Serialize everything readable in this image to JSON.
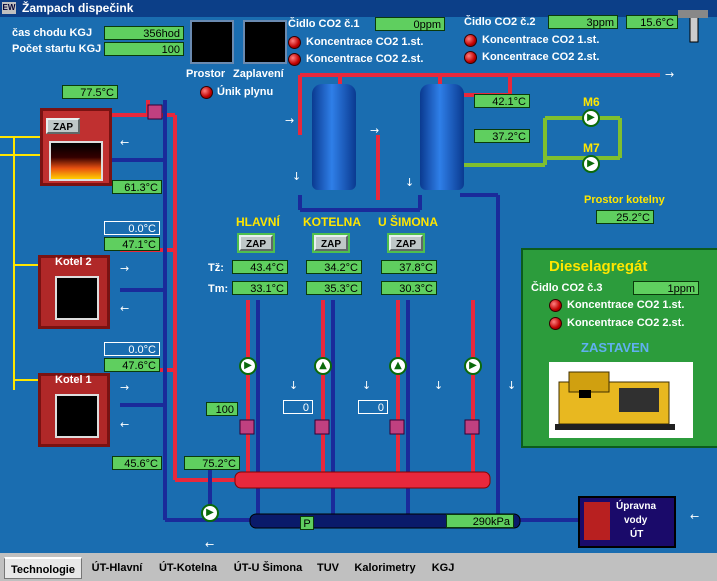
{
  "window": {
    "title": "Žampach dispečink",
    "icon": "EW"
  },
  "top": {
    "cas_chodu_label": "čas chodu KGJ",
    "cas_chodu_value": "356hod",
    "pocet_startu_label": "Počet startu KGJ",
    "pocet_startu_value": "100",
    "prostor_label": "Prostor",
    "zaplaveni_label": "Zaplavení",
    "unik_label": "Únik plynu",
    "cidlo1_label": "Čidlo CO2 č.1",
    "cidlo1_value": "0ppm",
    "cidlo1_k1": "Koncentrace CO2 1.st.",
    "cidlo1_k2": "Koncentrace CO2 2.st.",
    "cidlo2_label": "Čidlo CO2 č.2",
    "cidlo2_value": "3ppm",
    "cidlo2_k1": "Koncentrace CO2 1.st.",
    "cidlo2_k2": "Koncentrace CO2 2.st.",
    "outside_temp": "15.6°C"
  },
  "temps": {
    "kgj_top": "77.5°C",
    "kgj_bottom": "61.3°C",
    "kotel2_a": "0.0°C",
    "kotel2_b": "47.1°C",
    "kotel1_a": "0.0°C",
    "kotel1_b": "47.6°C",
    "return_main": "45.6°C",
    "collector": "75.2°C",
    "tank_right_top": "42.1°C",
    "tank_right_mid": "37.2°C",
    "prostor_kotelny_label": "Prostor kotelny",
    "prostor_kotelny": "25.2°C",
    "pressure": "290kPa"
  },
  "boilers": {
    "kotel2": "Kotel 2",
    "kotel1": "Kotel 1",
    "kgj_zap": "ZAP"
  },
  "pumps": {
    "m6": "M6",
    "m7": "M7"
  },
  "circuits": [
    {
      "name": "HLAVNÍ",
      "zap": "ZAP",
      "tz": "43.4°C",
      "tm": "33.1°C",
      "valve": "100"
    },
    {
      "name": "KOTELNA",
      "zap": "ZAP",
      "tz": "34.2°C",
      "tm": "35.3°C",
      "valve": "0"
    },
    {
      "name": "U ŠIMONA",
      "zap": "ZAP",
      "tz": "37.8°C",
      "tm": "30.3°C",
      "valve": "0"
    }
  ],
  "circuit_labels": {
    "tz": "Tž:",
    "tm": "Tm:"
  },
  "diesel": {
    "title": "Dieselagregát",
    "cidlo3_label": "Čidlo CO2 č.3",
    "cidlo3_value": "1ppm",
    "k1": "Koncentrace CO2 1.st.",
    "k2": "Koncentrace CO2 2.st.",
    "state": "ZASTAVEN"
  },
  "uprava": {
    "line1": "Úpravna",
    "line2": "vody",
    "line3": "ÚT"
  },
  "p_label": "P",
  "tabs": [
    "Technologie",
    "ÚT-Hlavní",
    "ÚT-Kotelna",
    "ÚT-U Šimona",
    "TUV",
    "Kalorimetry",
    "KGJ"
  ],
  "colors": {
    "hot": "#e8283c",
    "cold": "#1a2a9a",
    "green_pipe": "#7fbf2f",
    "value_bg": "#5fcf5f",
    "label_yellow": "#ffe600"
  }
}
